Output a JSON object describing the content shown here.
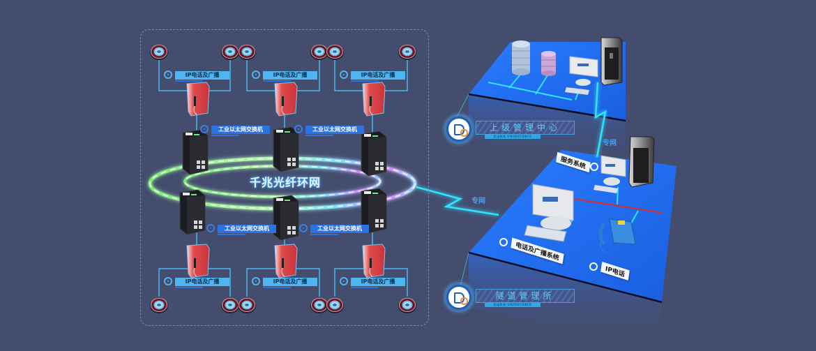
{
  "diagram": {
    "title": "千兆光纤环网",
    "ring_label": "千兆光纤环网",
    "colors": {
      "background": "#444d6e",
      "platform_blue": "#1f66e6",
      "ring_green": "#7ef07a",
      "ring_cyan": "#7ee8ff",
      "ring_purple": "#d48cff",
      "link_cyan": "#2ee4ff",
      "terminal_red": "#e0474b",
      "red_line": "#e02a2a"
    },
    "left_panel": {
      "groups_top": [
        {
          "label": "IP电话及广播",
          "switch_label": "工业以太网交换机"
        },
        {
          "label": "IP电话及广播",
          "switch_label": "工业以太网交换机"
        },
        {
          "label": "IP电话及广播",
          "switch_label": ""
        }
      ],
      "groups_bottom": [
        {
          "label": "IP电话及广播",
          "switch_label": "工业以太网交换机"
        },
        {
          "label": "IP电话及广播",
          "switch_label": "工业以太网交换机"
        },
        {
          "label": "IP电话及广播",
          "switch_label": ""
        }
      ],
      "device_icons": {
        "speaker": "ceiling-speaker-icon",
        "phone_terminal": "ip-phone-terminal-icon",
        "switch": "industrial-switch-icon"
      }
    },
    "links": {
      "ring_to_tunnel": "专网",
      "tunnel_to_upper": "专网"
    },
    "upper_center": {
      "title": "上级管理中心",
      "brand_sub": "优诺科技 UNONSCIENCE",
      "devices": [
        "database-server-icon",
        "database-server-icon",
        "monitor-icon",
        "tower-server-icon"
      ]
    },
    "tunnel_center": {
      "title": "隧道管理所",
      "brand_sub": "优诺科技 UNONSCIENCE",
      "labels": {
        "service_system": "服务系统",
        "phone_broadcast_system": "电话及广播系统",
        "ip_phone": "IP电话"
      }
    }
  }
}
